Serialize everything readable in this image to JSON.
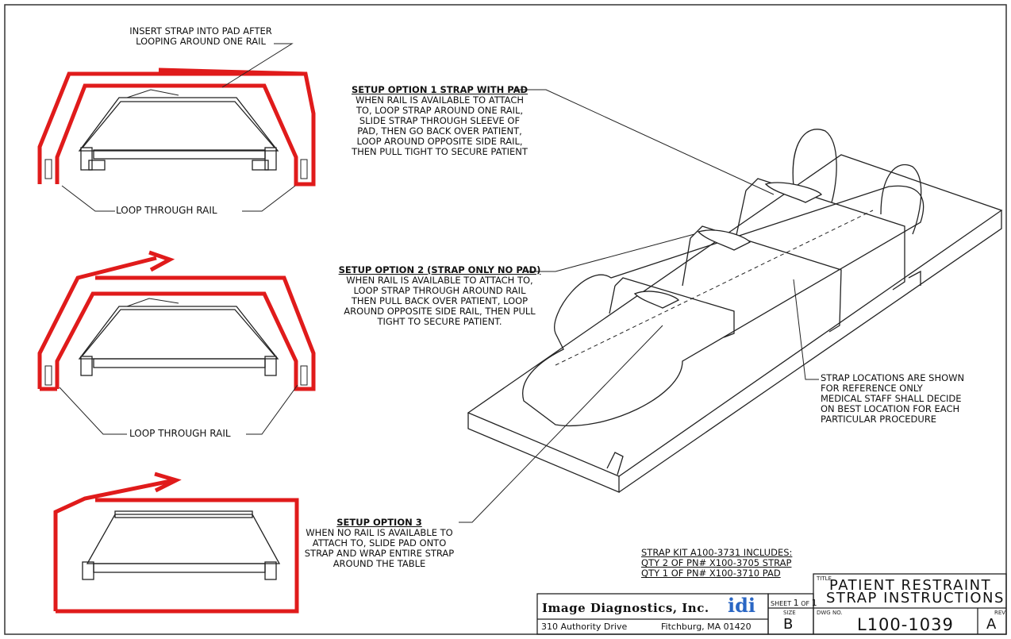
{
  "notes": {
    "insert_strap": "INSERT STRAP INTO PAD AFTER\nLOOPING AROUND ONE RAIL",
    "loop_rail_1": "LOOP THROUGH RAIL",
    "loop_rail_2": "LOOP THROUGH RAIL",
    "option1_title": "SETUP OPTION 1 STRAP WITH PAD",
    "option1_body": "WHEN RAIL IS AVAILABLE TO ATTACH\nTO, LOOP STRAP AROUND ONE RAIL,\nSLIDE STRAP THROUGH SLEEVE OF\nPAD, THEN GO BACK OVER PATIENT,\nLOOP AROUND OPPOSITE SIDE RAIL,\nTHEN PULL TIGHT TO SECURE PATIENT",
    "option2_title": "SETUP OPTION 2 (STRAP ONLY NO PAD)",
    "option2_body": "WHEN RAIL IS AVAILABLE TO ATTACH TO,\nLOOP STRAP THROUGH AROUND RAIL\nTHEN PULL BACK OVER PATIENT, LOOP\nAROUND OPPOSITE SIDE RAIL, THEN PULL\nTIGHT TO SECURE PATIENT.",
    "option3_title": "SETUP OPTION 3",
    "option3_body": "WHEN NO RAIL IS AVAILABLE TO\nATTACH TO, SLIDE PAD ONTO\nSTRAP AND WRAP ENTIRE STRAP\nAROUND THE TABLE",
    "strap_locations": "STRAP LOCATIONS ARE SHOWN\nFOR REFERENCE ONLY\nMEDICAL STAFF SHALL DECIDE\nON BEST LOCATION FOR EACH\nPARTICULAR PROCEDURE",
    "kit_title": "STRAP KIT A100-3731 INCLUDES:",
    "kit_line1": "QTY 2 OF PN# X100-3705 STRAP",
    "kit_line2": "QTY 1 OF PN# X100-3710 PAD"
  },
  "title_block": {
    "company": "Image Diagnostics, Inc.",
    "logo": "idi",
    "address": "310 Authority Drive",
    "city": "Fitchburg, MA 01420",
    "sheet_label": "SHEET",
    "sheet_num": "1",
    "of_label": "OF",
    "sheet_total": "1",
    "size_label": "SIZE",
    "size": "B",
    "title_label": "TITLE",
    "title_line1": "PATIENT RESTRAINT",
    "title_line2": "STRAP INSTRUCTIONS",
    "dwg_label": "DWG NO.",
    "dwg_no": "L100-1039",
    "rev_label": "REV",
    "rev": "A"
  },
  "colors": {
    "strap": "#e01b1b",
    "line": "#222222"
  }
}
